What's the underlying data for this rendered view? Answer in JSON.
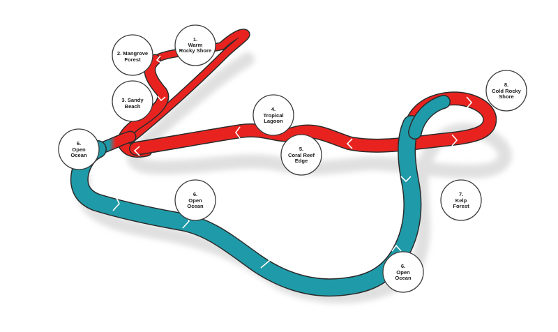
{
  "colors": {
    "warm_route": "#e8231f",
    "cold_route": "#1f9aa8",
    "outline": "#2b2b2b",
    "shadow": "#d9d9d9"
  },
  "nodes": [
    {
      "id": "n1",
      "number": "1.",
      "lines": [
        "Warm",
        "Rocky Shore"
      ]
    },
    {
      "id": "n2",
      "number": "2. Mangrove",
      "lines": [
        "Forest"
      ]
    },
    {
      "id": "n3",
      "number": "3. Sandy",
      "lines": [
        "Beach"
      ]
    },
    {
      "id": "n4",
      "number": "4.",
      "lines": [
        "Tropical",
        "Lagoon"
      ]
    },
    {
      "id": "n5",
      "number": "5.",
      "lines": [
        "Coral Reef",
        "Edge"
      ]
    },
    {
      "id": "n6a",
      "number": "6.",
      "lines": [
        "Open",
        "Ocean"
      ]
    },
    {
      "id": "n6b",
      "number": "6.",
      "lines": [
        "Open",
        "Ocean"
      ]
    },
    {
      "id": "n6c",
      "number": "6.",
      "lines": [
        "Open",
        "Ocean"
      ]
    },
    {
      "id": "n7",
      "number": "7.",
      "lines": [
        "Kelp",
        "Forest"
      ]
    },
    {
      "id": "n8",
      "number": "8.",
      "lines": [
        "Cold Rocky",
        "Shore"
      ]
    }
  ]
}
